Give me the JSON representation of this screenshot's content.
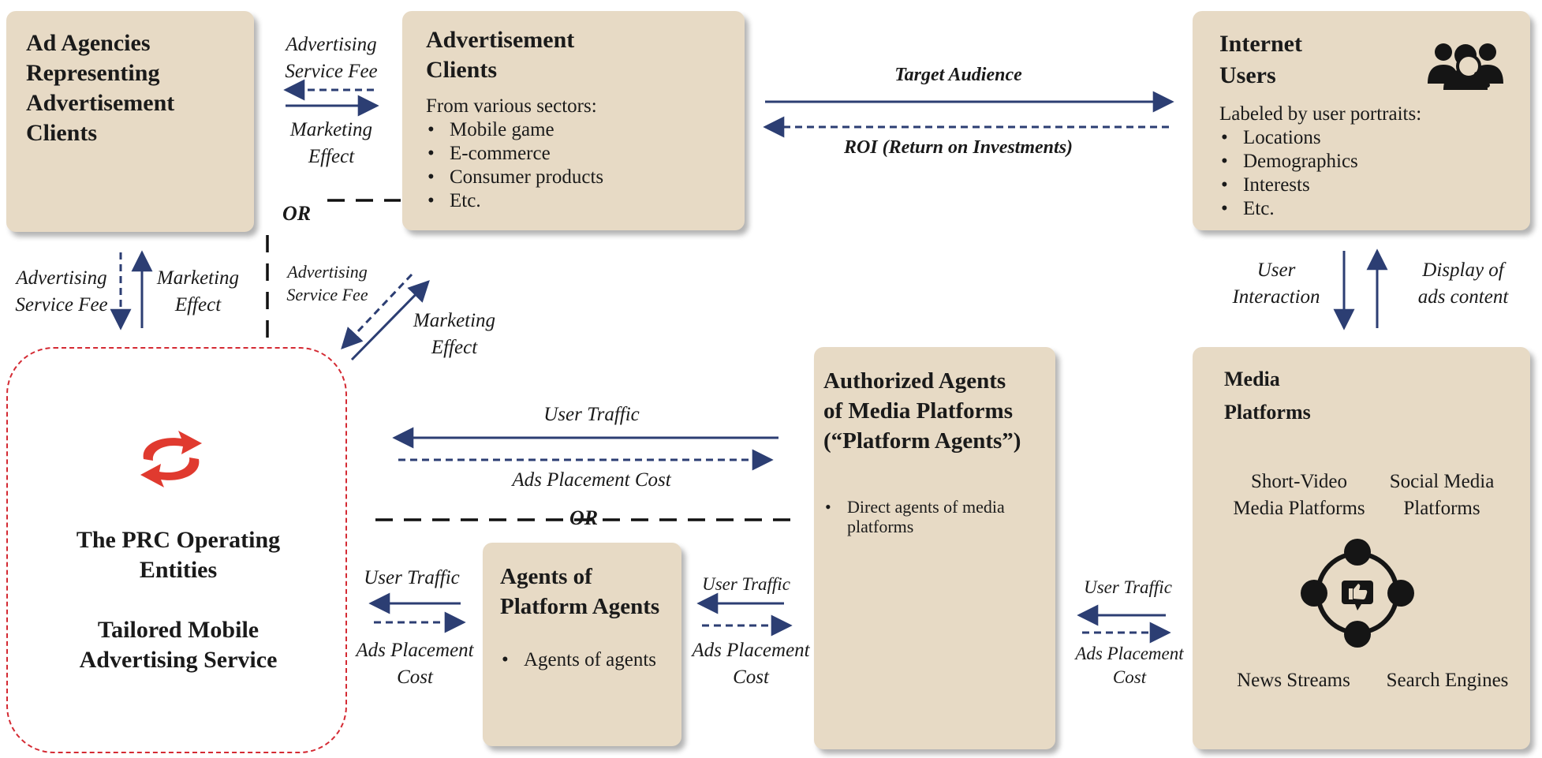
{
  "ad_agencies": {
    "title_lines": [
      "Ad Agencies",
      "Representing",
      "Advertisement",
      "Clients"
    ]
  },
  "ad_clients": {
    "title_lines": [
      "Advertisement",
      "Clients"
    ],
    "intro": "From various sectors:",
    "items": [
      "Mobile game",
      "E-commerce",
      "Consumer products",
      "Etc."
    ]
  },
  "internet_users": {
    "title_lines": [
      "Internet",
      "Users"
    ],
    "intro": "Labeled by user portraits:",
    "items": [
      "Locations",
      "Demographics",
      "Interests",
      "Etc."
    ],
    "icon": "users-search-icon"
  },
  "prc": {
    "title_lines": [
      "The PRC Operating",
      "Entities"
    ],
    "service_lines": [
      "Tailored Mobile",
      "Advertising Service"
    ],
    "logo": "company-logo"
  },
  "platform_agents": {
    "title_lines": [
      "Authorized Agents",
      "of Media Platforms",
      "(“Platform Agents”)"
    ],
    "items": [
      "Direct agents of media platforms"
    ]
  },
  "agents_of_agents": {
    "title_lines": [
      "Agents of",
      "Platform Agents"
    ],
    "items": [
      "Agents of agents"
    ]
  },
  "media_platforms": {
    "title_lines": [
      "Media",
      "Platforms"
    ],
    "short_video": [
      "Short-Video",
      "Media Platforms"
    ],
    "social_media": [
      "Social Media",
      "Platforms"
    ],
    "news": "News Streams",
    "search": "Search Engines",
    "icon": "like-network-icon"
  },
  "labels": {
    "adv_fee_top": [
      "Advertising",
      "Service Fee"
    ],
    "mkt_effect_top": [
      "Marketing",
      "Effect"
    ],
    "target_audience": "Target Audience",
    "roi": "ROI (Return on Investments)",
    "adv_fee_left": [
      "Advertising",
      "Service Fee"
    ],
    "mkt_effect_left": [
      "Marketing",
      "Effect"
    ],
    "adv_fee_diag": [
      "Advertising",
      "Service Fee"
    ],
    "mkt_effect_diag": [
      "Marketing",
      "Effect"
    ],
    "user_interaction": [
      "User",
      "Interaction"
    ],
    "display_ads": [
      "Display of",
      "ads content"
    ],
    "user_traffic_main": "User Traffic",
    "ads_cost_main": "Ads Placement Cost",
    "or_top": "OR",
    "or_bottom": "OR",
    "user_traffic_l": "User Traffic",
    "ads_cost_l": [
      "Ads Placement",
      "Cost"
    ],
    "user_traffic_m": "User Traffic",
    "ads_cost_m": [
      "Ads Placement",
      "Cost"
    ],
    "user_traffic_r": "User Traffic",
    "ads_cost_r": [
      "Ads Placement",
      "Cost"
    ]
  },
  "colors": {
    "box_fill": "#e7dac5",
    "arrow": "#2c3e73",
    "dashed_border": "#d42a33",
    "logo": "#e03a2f"
  }
}
